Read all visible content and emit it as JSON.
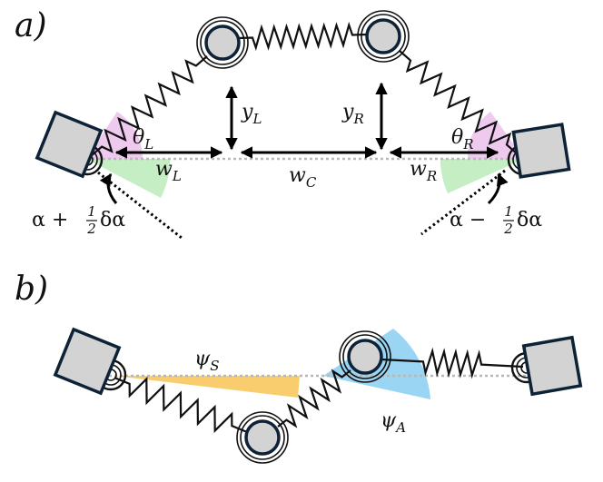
{
  "panel_a": {
    "label": "a)",
    "symbols": {
      "theta_L": {
        "base": "θ",
        "sub": "L"
      },
      "theta_R": {
        "base": "θ",
        "sub": "R"
      },
      "w_L": {
        "base": "w",
        "sub": "L"
      },
      "w_C": {
        "base": "w",
        "sub": "C"
      },
      "w_R": {
        "base": "w",
        "sub": "R"
      },
      "y_L": {
        "base": "y",
        "sub": "L"
      },
      "y_R": {
        "base": "y",
        "sub": "R"
      }
    },
    "alpha_plus": {
      "lead": "α + ",
      "num": "1",
      "den": "2",
      "tail": "δα"
    },
    "alpha_minus": {
      "lead": "α − ",
      "num": "1",
      "den": "2",
      "tail": "δα"
    }
  },
  "panel_b": {
    "label": "b)",
    "symbols": {
      "psi_S": {
        "base": "ψ",
        "sub": "S"
      },
      "psi_A": {
        "base": "ψ",
        "sub": "A"
      }
    }
  },
  "colors": {
    "block_fill": "#d3d3d3",
    "block_edge": "#0d2236",
    "wedge_pink": "#e3a6e3",
    "wedge_green": "#9fe39f",
    "wedge_yellow": "#f7c14a",
    "wedge_blue": "#6fc3ee",
    "centerline": "#b8b8b8"
  }
}
